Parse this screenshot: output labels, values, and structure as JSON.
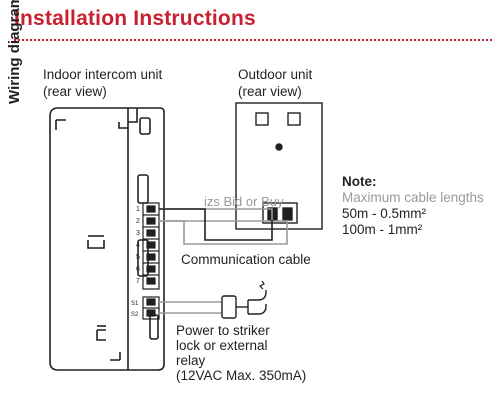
{
  "header": {
    "title": "Installation Instructions"
  },
  "diagram": {
    "side_label": "Wiring diagram",
    "indoor_unit": {
      "line1": "Indoor intercom unit",
      "line2": "(rear view)"
    },
    "outdoor_unit": {
      "line1": "Outdoor unit",
      "line2": "(rear view)"
    },
    "terminals": [
      "1",
      "2",
      "3",
      "4",
      "5",
      "6",
      "7",
      "S1",
      "S2"
    ],
    "communication_cable": "Communication cable",
    "power": {
      "line1": "Power to striker",
      "line2": "lock or external",
      "line3": "relay",
      "line4": "(12VAC Max. 350mA)"
    },
    "watermark": "izs Bid or Buy"
  },
  "note": {
    "title": "Note:",
    "line1": "Maximum cable lengths",
    "line2": "50m - 0.5mm²",
    "line3": "100m - 1mm²"
  },
  "colors": {
    "title_red": "#c8202e",
    "line_dark": "#231f20",
    "cable_gray": "#9a9a9a"
  }
}
